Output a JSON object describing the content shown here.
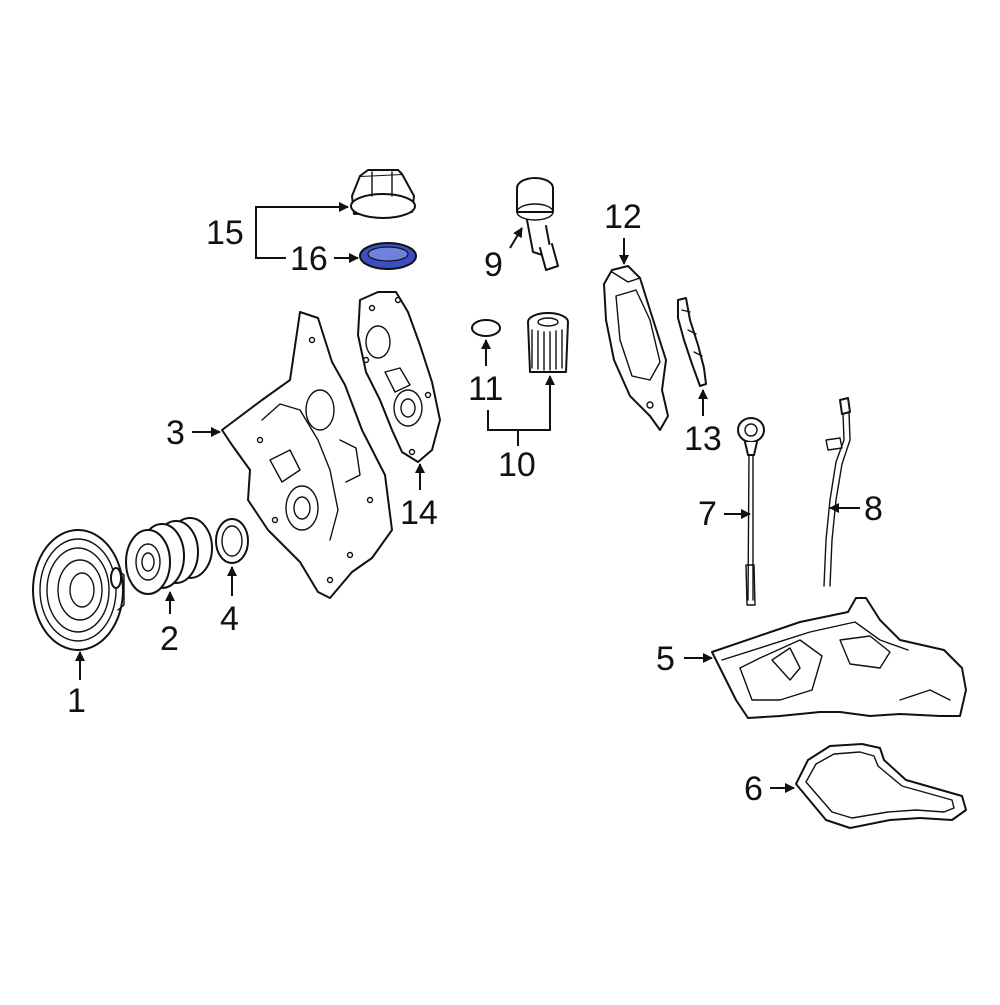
{
  "callouts": [
    {
      "id": "1",
      "text": "1"
    },
    {
      "id": "2",
      "text": "2"
    },
    {
      "id": "3",
      "text": "3"
    },
    {
      "id": "4",
      "text": "4"
    },
    {
      "id": "5",
      "text": "5"
    },
    {
      "id": "6",
      "text": "6"
    },
    {
      "id": "7",
      "text": "7"
    },
    {
      "id": "8",
      "text": "8"
    },
    {
      "id": "9",
      "text": "9"
    },
    {
      "id": "10",
      "text": "10"
    },
    {
      "id": "11",
      "text": "11"
    },
    {
      "id": "12",
      "text": "12"
    },
    {
      "id": "13",
      "text": "13"
    },
    {
      "id": "14",
      "text": "14"
    },
    {
      "id": "15",
      "text": "15"
    },
    {
      "id": "16",
      "text": "16"
    }
  ],
  "highlight_color": "#3b4fc4",
  "line_color": "#111111",
  "background_color": "#ffffff"
}
